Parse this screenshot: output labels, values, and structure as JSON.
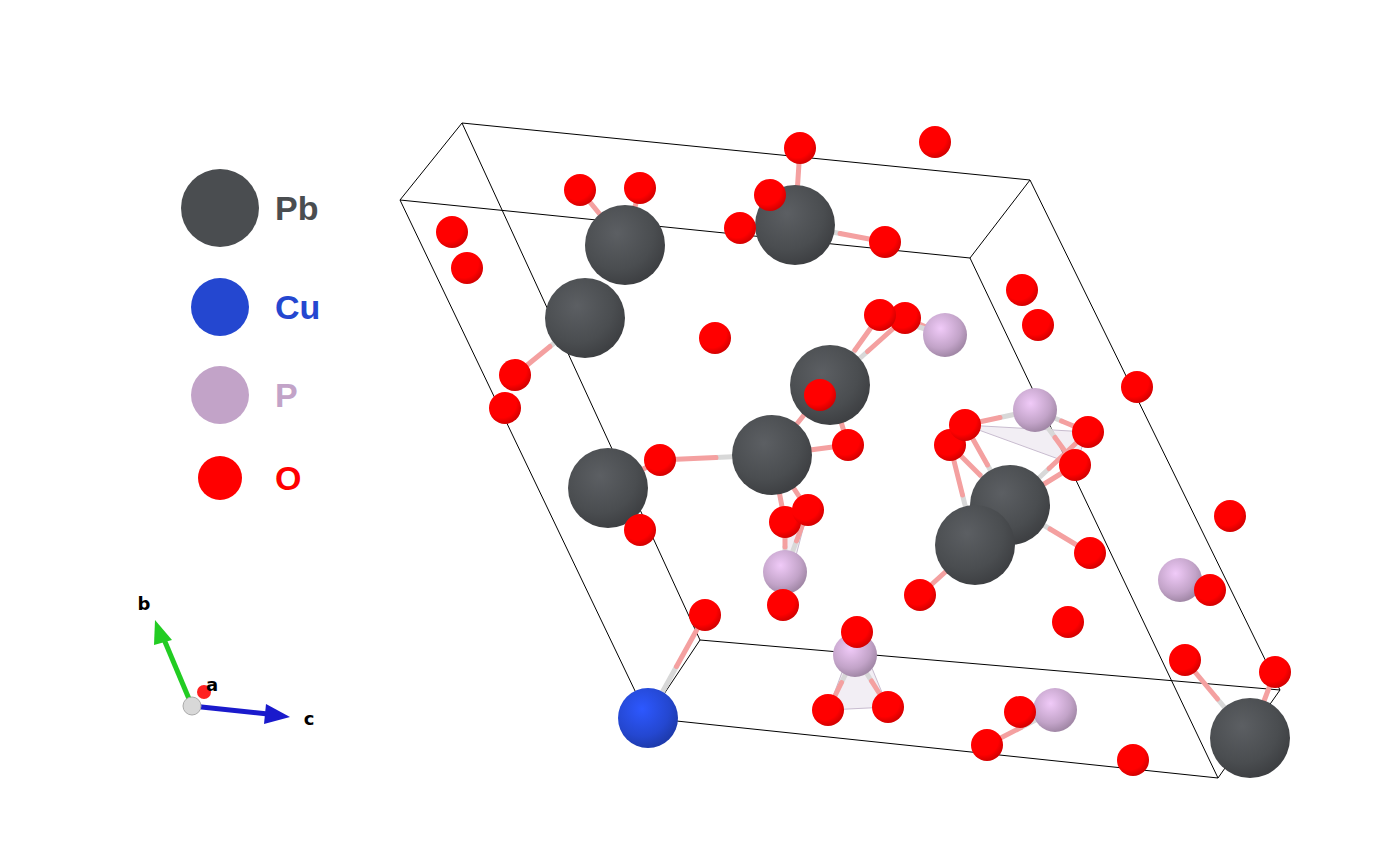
{
  "diagram": {
    "labels": [
      "b",
      "a",
      "c"
    ],
    "legend": [
      {
        "text": "Pb",
        "color": "#4a4d50"
      },
      {
        "text": "Cu",
        "color": "#2447d0"
      },
      {
        "text": "P",
        "color": "#c2a3c8"
      },
      {
        "text": "O",
        "color": "#ff0000"
      }
    ]
  }
}
